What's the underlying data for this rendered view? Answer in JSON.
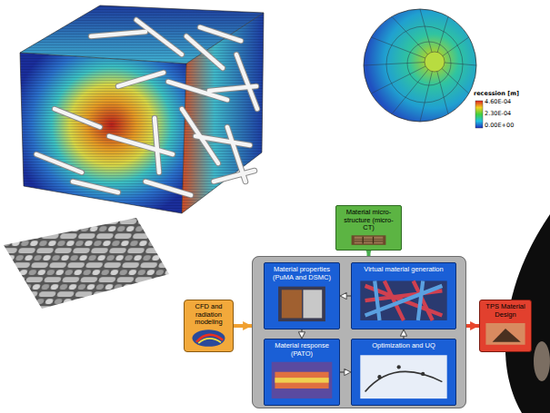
{
  "diagram": {
    "nodes": [
      {
        "text": [
          "Material micro-structure (micro-CT)"
        ]
      },
      {
        "text": [
          "CFD and radiation modeling"
        ]
      },
      {
        "text": []
      },
      {
        "text": [
          "Material properties (PuMA and DSMC)"
        ],
        "in": 2
      },
      {
        "text": [
          "Virtual material generation"
        ],
        "in": 2
      },
      {
        "text": [
          "Material response (PATO)"
        ],
        "in": 2
      },
      {
        "text": [
          "Optimization and UQ"
        ],
        "in": 2
      },
      {
        "text": [
          "TPS Material Design"
        ]
      }
    ],
    "edges": [
      {
        "from": 0,
        "to": 2,
        "arrow": "to"
      },
      {
        "from": 1,
        "to": 2,
        "arrow": "to"
      },
      {
        "from": 2,
        "to": 7,
        "arrow": "to"
      },
      {
        "from": 4,
        "to": 3,
        "arrow": "to"
      },
      {
        "from": 3,
        "to": 5,
        "arrow": "to"
      },
      {
        "from": 5,
        "to": 6,
        "arrow": "to"
      },
      {
        "from": 6,
        "to": 4,
        "arrow": "to"
      }
    ],
    "labels": [
      "recession [m]",
      "4.60E-04",
      "2.30E-04",
      "0.00E+00"
    ]
  }
}
